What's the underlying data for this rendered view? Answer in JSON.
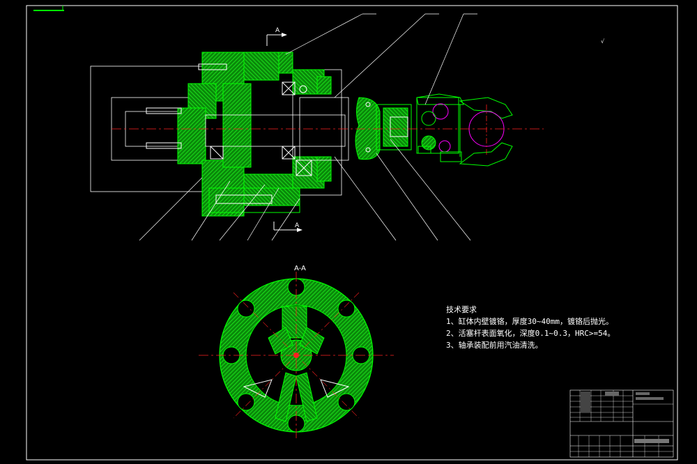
{
  "section_label": "A-A",
  "section_mark_top": "A",
  "section_mark_bottom": "A",
  "roughness_note": "√",
  "tech_requirements": {
    "title": "技术要求",
    "items": [
      "1、缸体内壁镀铬，厚度30~40mm，镀铬后抛光。",
      "2、活塞杆表面氧化，深度0.1~0.3，HRC>=54。",
      "3、轴承装配前用汽油清洗。"
    ]
  },
  "colors": {
    "background": "#000000",
    "frame": "#ffffff",
    "part_fill": "#00c000",
    "part_stroke": "#00ff00",
    "center_line": "#ff2020",
    "magenta": "#ff00ff",
    "leader": "#ffffff"
  }
}
